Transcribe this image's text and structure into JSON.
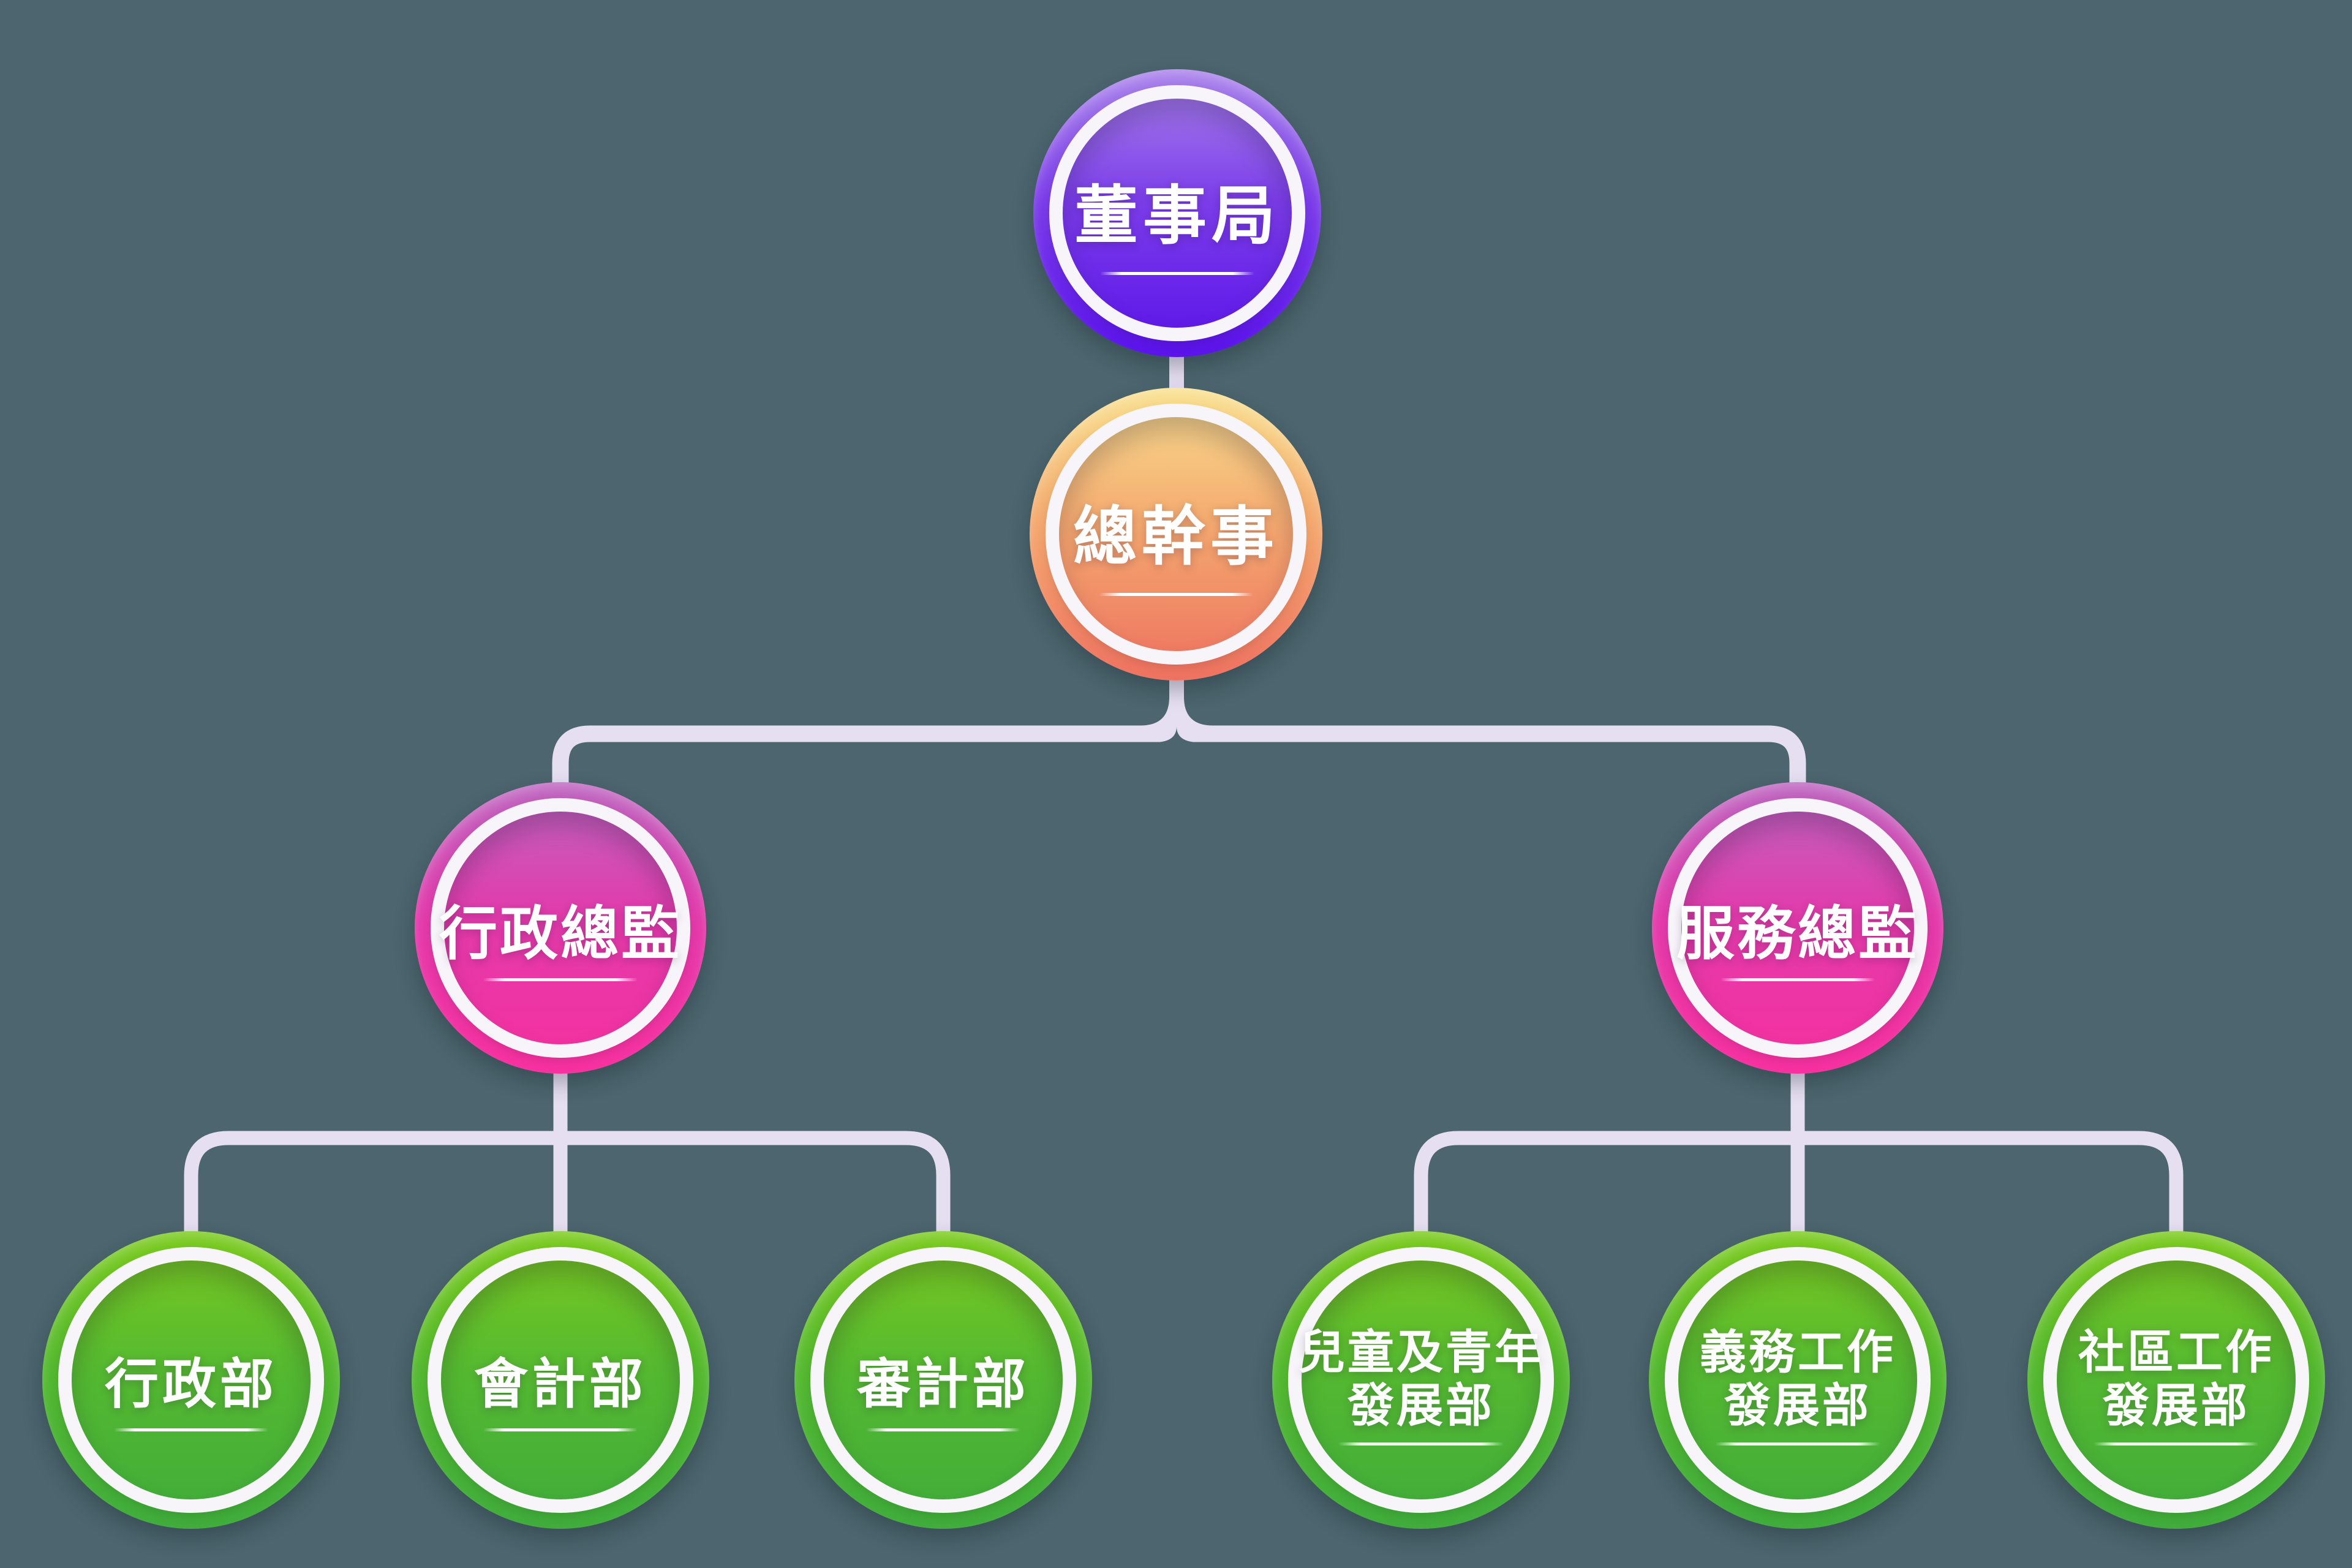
{
  "background_color": "#4C656E",
  "connector_color": "#E6DFF2",
  "nodes": [
    {
      "id": "board",
      "label": "董事局",
      "level": 1,
      "colors": {
        "top": "#AB84EB",
        "mid": "#7B3DE9",
        "bottom": "#5A12E9"
      }
    },
    {
      "id": "chief-executive",
      "label": "總幹事",
      "level": 2,
      "reports_to": "董事局",
      "colors": {
        "top": "#F9E190",
        "mid": "#F4A96F",
        "bottom": "#EE7160"
      }
    },
    {
      "id": "admin-director",
      "label": "行政總監",
      "level": 3,
      "reports_to": "總幹事",
      "colors": {
        "top": "#BE67C1",
        "mid": "#E23BAB",
        "bottom": "#F7309F"
      }
    },
    {
      "id": "service-director",
      "label": "服務總監",
      "level": 3,
      "reports_to": "總幹事",
      "colors": {
        "top": "#BE67C1",
        "mid": "#E23BAB",
        "bottom": "#F7309F"
      }
    },
    {
      "id": "admin-dept",
      "label": "行政部",
      "level": 4,
      "reports_to": "行政總監",
      "colors": {
        "top": "#7CCB1F",
        "mid": "#55B930",
        "bottom": "#3FAC3B"
      }
    },
    {
      "id": "accounting-dept",
      "label": "會計部",
      "level": 4,
      "reports_to": "行政總監",
      "colors": {
        "top": "#7CCB1F",
        "mid": "#55B930",
        "bottom": "#3FAC3B"
      }
    },
    {
      "id": "audit-dept",
      "label": "審計部",
      "level": 4,
      "reports_to": "行政總監",
      "colors": {
        "top": "#7CCB1F",
        "mid": "#55B930",
        "bottom": "#3FAC3B"
      }
    },
    {
      "id": "children-youth-dept",
      "label": "兒童及青年發展部",
      "lines": [
        "兒童及青年",
        "發展部"
      ],
      "level": 4,
      "reports_to": "服務總監",
      "colors": {
        "top": "#7CCB1F",
        "mid": "#55B930",
        "bottom": "#3FAC3B"
      }
    },
    {
      "id": "volunteer-dept",
      "label": "義務工作發展部",
      "lines": [
        "義務工作",
        "發展部"
      ],
      "level": 4,
      "reports_to": "服務總監",
      "colors": {
        "top": "#7CCB1F",
        "mid": "#55B930",
        "bottom": "#3FAC3B"
      }
    },
    {
      "id": "community-dept",
      "label": "社區工作發展部",
      "lines": [
        "社區工作",
        "發展部"
      ],
      "level": 4,
      "reports_to": "服務總監",
      "colors": {
        "top": "#7CCB1F",
        "mid": "#55B930",
        "bottom": "#3FAC3B"
      }
    }
  ],
  "hierarchy": {
    "董事局": [
      "總幹事"
    ],
    "總幹事": [
      "行政總監",
      "服務總監"
    ],
    "行政總監": [
      "行政部",
      "會計部",
      "審計部"
    ],
    "服務總監": [
      "兒童及青年發展部",
      "義務工作發展部",
      "社區工作發展部"
    ]
  }
}
